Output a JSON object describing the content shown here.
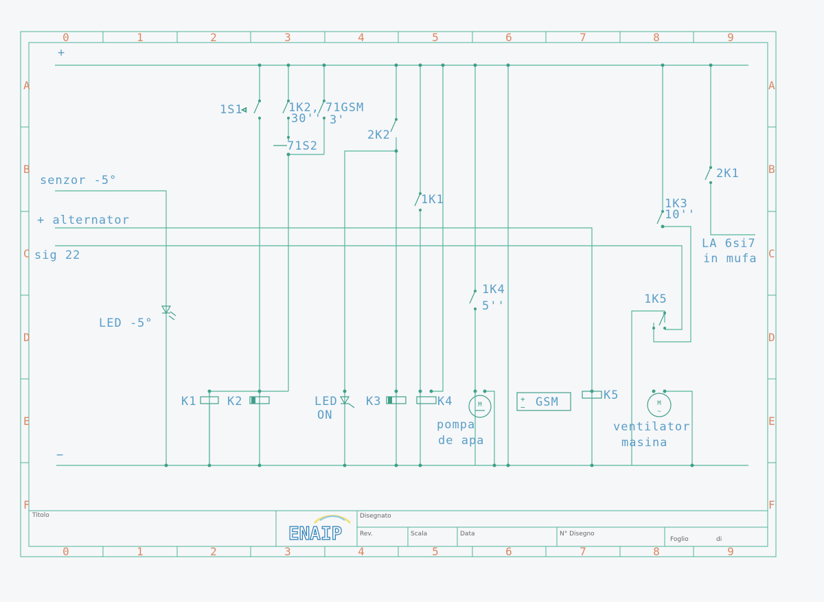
{
  "grid": {
    "columns": [
      "0",
      "1",
      "2",
      "3",
      "4",
      "5",
      "6",
      "7",
      "8",
      "9"
    ],
    "rows": [
      "A",
      "B",
      "C",
      "D",
      "E",
      "F"
    ]
  },
  "rails": {
    "plus": "+",
    "minus": "−"
  },
  "inputs": {
    "senzor": "senzor -5°",
    "alternator": "+ alternator",
    "sig": "sig 22"
  },
  "contacts": {
    "s1": "1S1",
    "k2_30": "1K2,",
    "k2_30_time": "30''",
    "gsm_3": "71GSM",
    "gsm_3_time": "3'",
    "s2": "71S2",
    "k2b": "2K2",
    "k1b": "1K1",
    "k4": "1K4",
    "k4_time": "5''",
    "k3": "1K3",
    "k3_time": "10''",
    "k5": "1K5",
    "k1_2": "2K1"
  },
  "notes": {
    "la_line1": "LA 6si7",
    "la_line2": "in mufa",
    "led_sensor": "LED -5°"
  },
  "loads": {
    "k1": "K1",
    "k2": "K2",
    "led_on_1": "LED",
    "led_on_2": "ON",
    "k3": "K3",
    "k4": "K4",
    "pump_1": "pompa",
    "pump_2": "de apa",
    "gsm": "GSM",
    "k5": "K5",
    "fan_1": "ventilator",
    "fan_2": "masina",
    "motor_letter": "M"
  },
  "title_block": {
    "titolo": "Titolo",
    "logo": "ENAIP",
    "disegnato": "Disegnato",
    "rev": "Rev.",
    "scala": "Scala",
    "data": "Data",
    "n_disegno": "N° Disegno",
    "foglio": "Foglio",
    "di": "di"
  },
  "colors": {
    "wire": "#53b59c",
    "label": "#5a9ec7",
    "grid_index": "#d98762",
    "logo": "#2a7fb7"
  }
}
